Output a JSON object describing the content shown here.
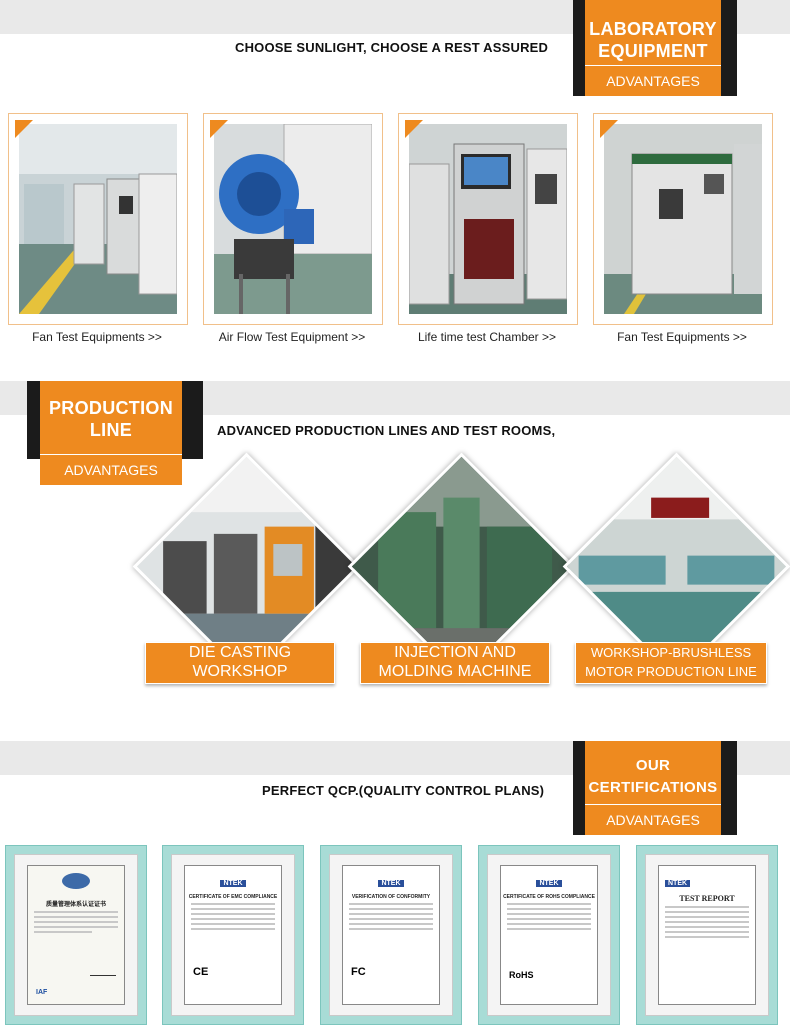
{
  "sections": {
    "lab": {
      "badge_title_1": "LABORATORY",
      "badge_title_2": "EQUIPMENT",
      "badge_sub": "ADVANTAGES",
      "tagline": "CHOOSE SUNLIGHT, CHOOSE A REST ASSURED",
      "items": [
        {
          "caption": "Fan Test Equipments >>"
        },
        {
          "caption": "Air Flow Test Equipment >>"
        },
        {
          "caption": "Life time test Chamber  >>"
        },
        {
          "caption": "Fan Test Equipments >>"
        }
      ]
    },
    "production": {
      "badge_title_1": "PRODUCTION",
      "badge_title_2": "LINE",
      "badge_sub": "ADVANTAGES",
      "tagline": "ADVANCED PRODUCTION LINES AND TEST ROOMS,",
      "items": [
        {
          "line1": "DIE CASTING",
          "line2": "WORKSHOP"
        },
        {
          "line1": "INJECTION AND",
          "line2": "MOLDING MACHINE"
        },
        {
          "line1": "WORKSHOP-BRUSHLESS",
          "line2": "MOTOR PRODUCTION LINE"
        }
      ]
    },
    "certs": {
      "badge_title_1": "OUR",
      "badge_title_2": "CERTIFICATIONS",
      "badge_sub": "ADVANTAGES",
      "tagline": "PERFECT QCP.(QUALITY CONTROL PLANS)",
      "docs": [
        {
          "title": "质量管理体系认证证书",
          "logo": ""
        },
        {
          "title": "CERTIFICATE OF EMC COMPLIANCE",
          "logo": "NTEK"
        },
        {
          "title": "VERIFICATION OF CONFORMITY",
          "logo": "NTEK"
        },
        {
          "title": "CERTIFICATE OF ROHS COMPLIANCE",
          "logo": "NTEK"
        },
        {
          "title": "TEST REPORT",
          "logo": "NTEK"
        }
      ],
      "marks": {
        "ce": "CE",
        "fc": "FC",
        "rohs": "RoHS",
        "iaf": "IAF"
      }
    }
  },
  "colors": {
    "accent": "#ee8a1f",
    "band": "#e9e9e9",
    "frame": "#a8dcd6"
  }
}
